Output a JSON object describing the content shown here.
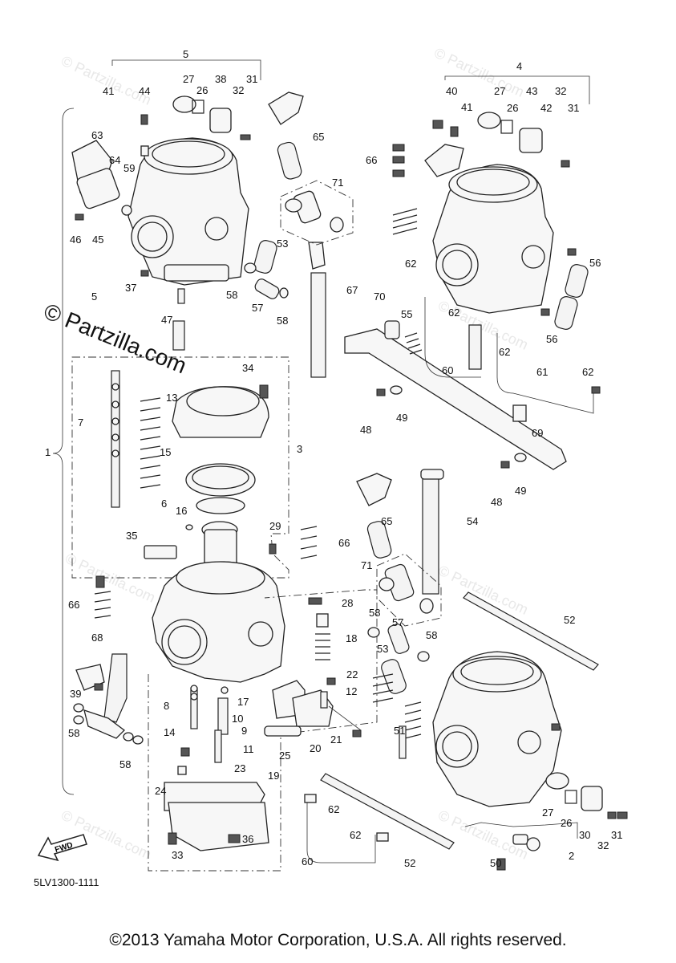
{
  "diagram": {
    "watermark": "© Partzilla.com",
    "bg_watermark": "© Partzilla.com",
    "part_code": "5LV1300-1111",
    "fwd_label": "FWD",
    "copyright": "©2013 Yamaha Motor Corporation, U.S.A. All rights reserved.",
    "callouts": {
      "c1": "1",
      "c2": "2",
      "c3": "3",
      "c4": "4",
      "c5a": "5",
      "c5b": "5",
      "c6": "6",
      "c7": "7",
      "c8": "8",
      "c9": "9",
      "c10": "10",
      "c11": "11",
      "c12": "12",
      "c13": "13",
      "c14": "14",
      "c15": "15",
      "c16": "16",
      "c17": "17",
      "c18": "18",
      "c19": "19",
      "c20": "20",
      "c21": "21",
      "c22": "22",
      "c23": "23",
      "c24": "24",
      "c25": "25",
      "c26a": "26",
      "c26b": "26",
      "c26c": "26",
      "c27a": "27",
      "c27b": "27",
      "c27c": "27",
      "c28": "28",
      "c29": "29",
      "c30": "30",
      "c31a": "31",
      "c31b": "31",
      "c31c": "31",
      "c32a": "32",
      "c32b": "32",
      "c32c": "32",
      "c33": "33",
      "c34": "34",
      "c35": "35",
      "c36": "36",
      "c37": "37",
      "c38": "38",
      "c39": "39",
      "c40": "40",
      "c41a": "41",
      "c41b": "41",
      "c42": "42",
      "c43": "43",
      "c44": "44",
      "c45": "45",
      "c46": "46",
      "c47": "47",
      "c48a": "48",
      "c48b": "48",
      "c49a": "49",
      "c49b": "49",
      "c50": "50",
      "c51": "51",
      "c52a": "52",
      "c52b": "52",
      "c53a": "53",
      "c53b": "53",
      "c54": "54",
      "c55": "55",
      "c56a": "56",
      "c56b": "56",
      "c57a": "57",
      "c57b": "57",
      "c58a": "58",
      "c58b": "58",
      "c58c": "58",
      "c58d": "58",
      "c58e": "58",
      "c58f": "58",
      "c59": "59",
      "c60a": "60",
      "c60b": "60",
      "c61": "61",
      "c62a": "62",
      "c62b": "62",
      "c62c": "62",
      "c62d": "62",
      "c62e": "62",
      "c62f": "62",
      "c63": "63",
      "c64": "64",
      "c65a": "65",
      "c65b": "65",
      "c66a": "66",
      "c66b": "66",
      "c66c": "66",
      "c67": "67",
      "c68": "68",
      "c69": "69",
      "c70": "70",
      "c71a": "71",
      "c71b": "71"
    }
  }
}
